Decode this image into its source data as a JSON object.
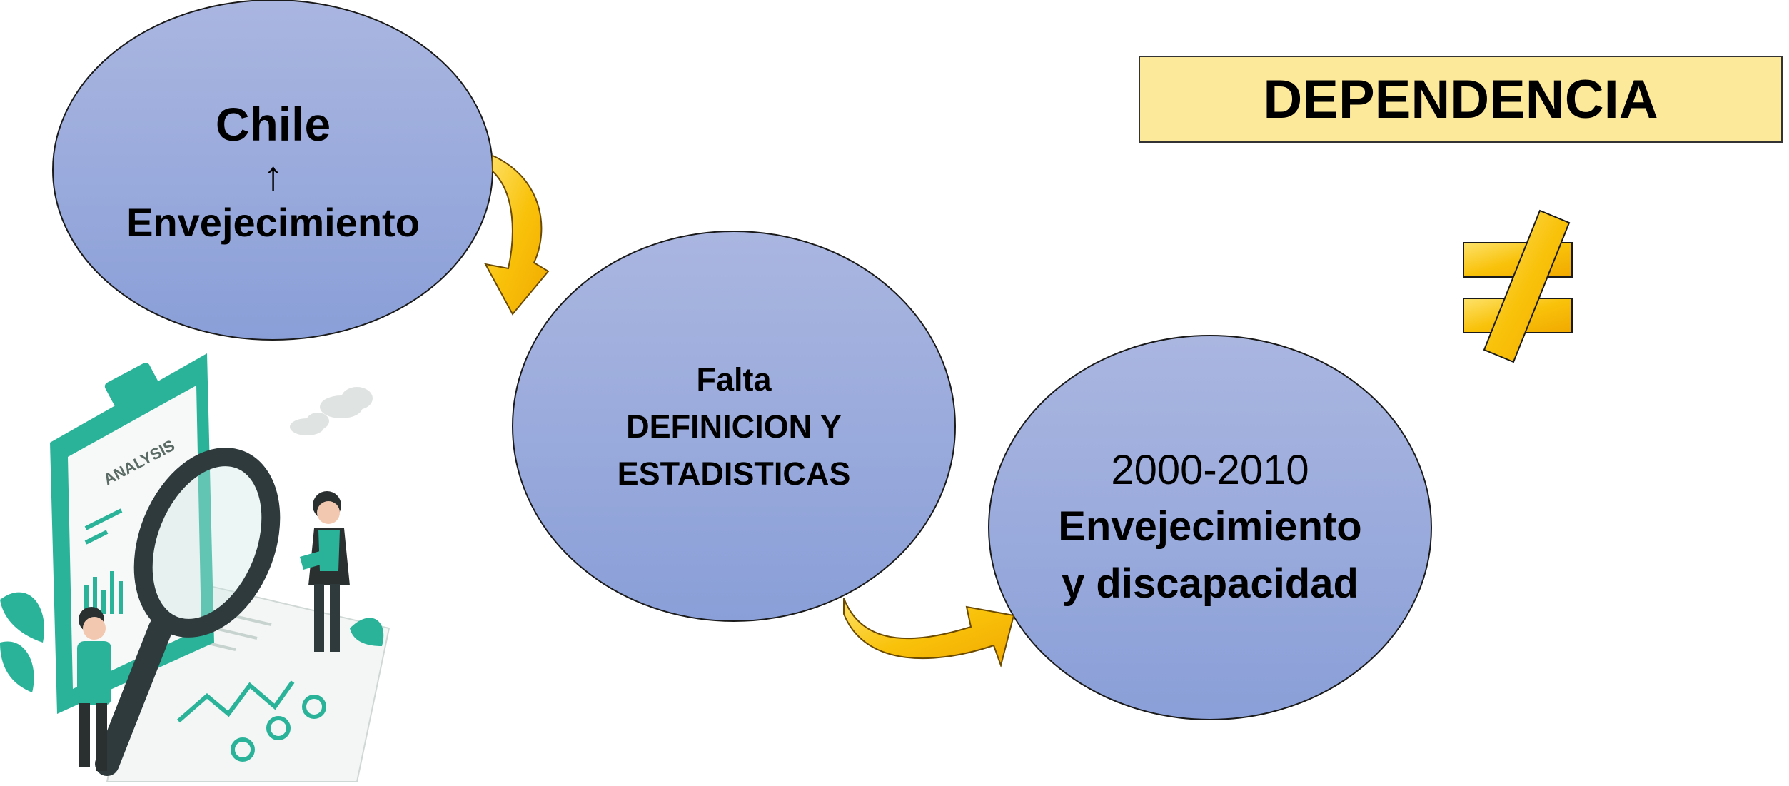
{
  "ellipses": {
    "chile": {
      "line1": "Chile",
      "arrow": "↑",
      "line2": "Envejecimiento"
    },
    "falta": {
      "line1": "Falta",
      "line2": "DEFINICION Y",
      "line3": "ESTADISTICAS"
    },
    "period": {
      "year": "2000-2010",
      "line1": "Envejecimiento",
      "line2": "y discapacidad"
    }
  },
  "title_box": {
    "label": "DEPENDENCIA"
  },
  "illustration": {
    "clipboard_label": "ANALYSIS"
  },
  "colors": {
    "ellipse_top": "#aab6e0",
    "ellipse_bottom": "#8a9fd8",
    "arrow_fill": "#f9c20a",
    "title_fill": "#fde99a",
    "illustration_teal": "#2bb39a"
  },
  "icons": {
    "not-equal": "not-equal-icon",
    "curved-arrow": "curved-arrow-icon"
  }
}
